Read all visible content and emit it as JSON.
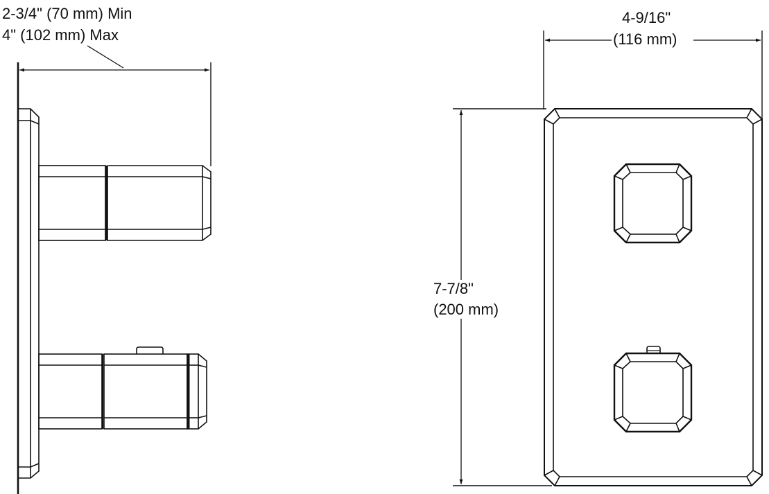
{
  "diagram": {
    "type": "technical dimension drawing",
    "views": [
      "side-view",
      "front-view"
    ],
    "line_color": "#111111",
    "background": "#ffffff"
  },
  "side_view": {
    "depth_dimension": {
      "min_label": "2-3/4\" (70 mm) Min",
      "max_label": "4\" (102 mm) Max"
    },
    "handles": [
      {
        "name": "upper-handle",
        "has_tab": false
      },
      {
        "name": "lower-handle",
        "has_tab": true
      }
    ]
  },
  "front_view": {
    "width_dimension": {
      "imperial": "4-9/16\"",
      "metric": "(116 mm)"
    },
    "height_dimension": {
      "imperial": "7-7/8\"",
      "metric": "(200 mm)"
    },
    "knobs": [
      {
        "name": "upper-knob",
        "has_tab": false
      },
      {
        "name": "lower-knob",
        "has_tab": true
      }
    ]
  }
}
